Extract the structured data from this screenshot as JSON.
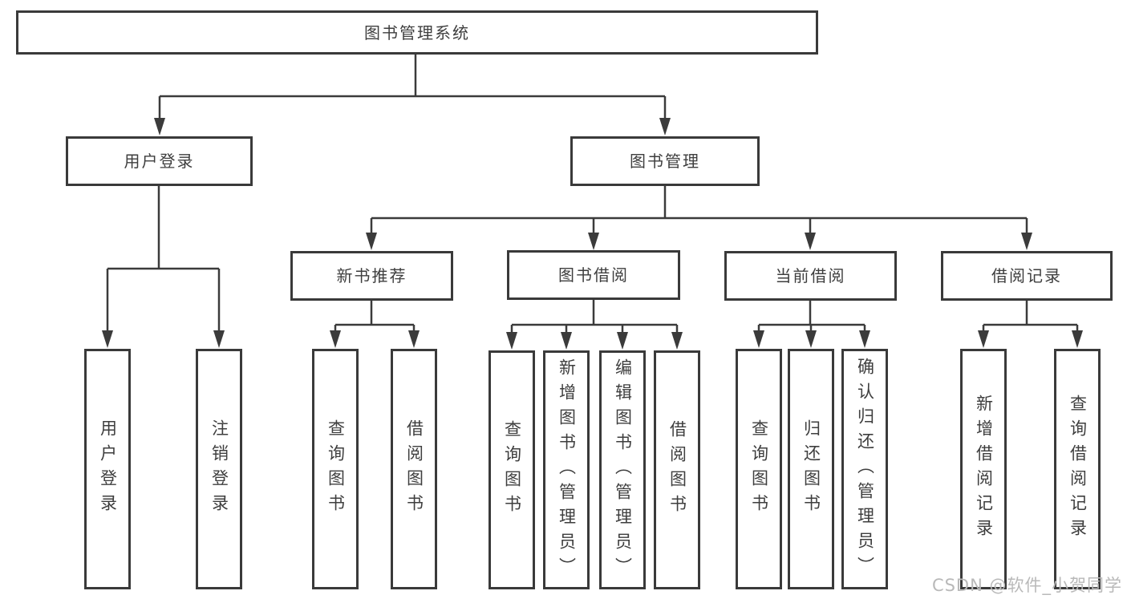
{
  "diagram": {
    "title_node": {
      "label": "图书管理系统"
    },
    "level2": {
      "user_login": {
        "label": "用户登录"
      },
      "book_mgmt": {
        "label": "图书管理"
      }
    },
    "level3": {
      "new_books": {
        "label": "新书推荐"
      },
      "borrowing": {
        "label": "图书借阅"
      },
      "current": {
        "label": "当前借阅"
      },
      "records": {
        "label": "借阅记录"
      }
    },
    "leaves": {
      "ul_login": {
        "label": "用户登录"
      },
      "ul_logout": {
        "label": "注销登录"
      },
      "nb_query": {
        "label": "查询图书"
      },
      "nb_borrow": {
        "label": "借阅图书"
      },
      "bw_query": {
        "label": "查询图书"
      },
      "bw_add": {
        "label": "新增图书（管理员）"
      },
      "bw_edit": {
        "label": "编辑图书（管理员）"
      },
      "bw_borrow": {
        "label": "借阅图书"
      },
      "cur_query": {
        "label": "查询图书"
      },
      "cur_return": {
        "label": "归还图书"
      },
      "cur_confirm": {
        "label": "确认归还（管理员）"
      },
      "rec_add": {
        "label": "新增借阅记录"
      },
      "rec_query": {
        "label": "查询借阅记录"
      }
    }
  },
  "watermark": {
    "text": "CSDN @软件_小贺同学"
  },
  "colors": {
    "line": "#3b3b3b",
    "border": "#3a3a3a",
    "text": "#3e3e3e",
    "watermark": "#b9b9b9",
    "background": "#ffffff"
  }
}
